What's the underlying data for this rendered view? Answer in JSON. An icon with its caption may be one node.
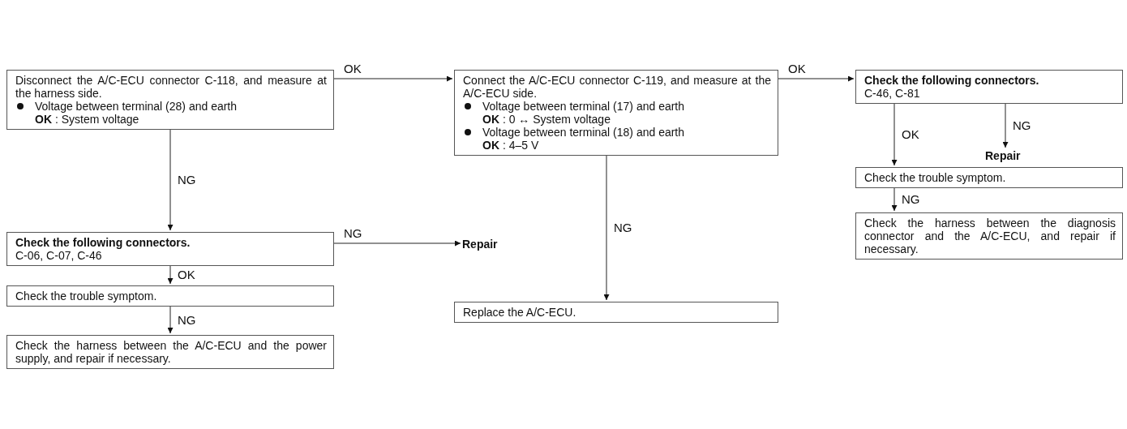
{
  "diagram": {
    "nodes": [
      {
        "text": [
          "Disconnect the A/C-ECU connector C-118, and measure at the harness side.",
          "Voltage between terminal (28) and earth",
          "**OK** : System voltage"
        ]
      },
      {
        "text": [
          "Check the following connectors.",
          "C-06, C-07, C-46"
        ]
      },
      {
        "text": [
          "Check the trouble symptom."
        ]
      },
      {
        "text": [
          "Check the harness between the A/C-ECU and the power supply, and repair if necessary."
        ]
      },
      {
        "text": [
          "Connect the A/C-ECU connector C-119, and measure at the A/C-ECU side.",
          "Voltage between terminal (17) and earth",
          "**OK** : 0 ↔ System voltage",
          "Voltage between terminal (18) and earth",
          "**OK** : 4–5 V"
        ]
      },
      {
        "text": [
          "Repair"
        ]
      },
      {
        "text": [
          "Replace the A/C-ECU."
        ]
      },
      {
        "text": [
          "Check the following connectors.",
          "C-46, C-81"
        ]
      },
      {
        "text": [
          "Repair"
        ]
      },
      {
        "text": [
          "Check the trouble symptom."
        ]
      },
      {
        "text": [
          "Check the harness between the diagnosis connector and the A/C-ECU, and repair if necessary."
        ]
      }
    ],
    "edges": [
      {
        "from": 0,
        "to": 4,
        "arrow": "to",
        "label": "OK"
      },
      {
        "from": 0,
        "to": 1,
        "arrow": "to",
        "label": "NG"
      },
      {
        "from": 1,
        "to": 5,
        "arrow": "to",
        "label": "NG"
      },
      {
        "from": 1,
        "to": 2,
        "arrow": "to",
        "label": "OK"
      },
      {
        "from": 2,
        "to": 3,
        "arrow": "to",
        "label": "NG"
      },
      {
        "from": 4,
        "to": 7,
        "arrow": "to",
        "label": "OK"
      },
      {
        "from": 4,
        "to": 6,
        "arrow": "to",
        "label": "NG"
      },
      {
        "from": 7,
        "to": 9,
        "arrow": "to",
        "label": "OK"
      },
      {
        "from": 7,
        "to": 8,
        "arrow": "to",
        "label": "NG"
      },
      {
        "from": 9,
        "to": 10,
        "arrow": "to",
        "label": "NG"
      }
    ]
  }
}
